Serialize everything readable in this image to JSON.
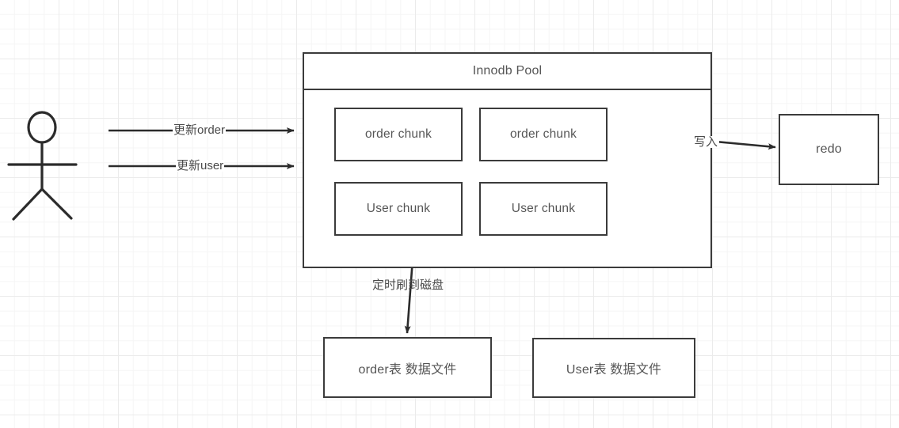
{
  "diagram": {
    "title_text": "Innodb Pool",
    "background": "grid-paper",
    "stroke_color": "#3b3b3b",
    "text_color": "#555555",
    "actor": {
      "name": "user-actor",
      "label": ""
    },
    "pool": {
      "header_label": "Innodb Pool",
      "chunks": [
        {
          "label": "order chunk",
          "row": 1,
          "col": 1
        },
        {
          "label": "order chunk",
          "row": 1,
          "col": 2
        },
        {
          "label": "User chunk",
          "row": 2,
          "col": 1
        },
        {
          "label": "User chunk",
          "row": 2,
          "col": 2
        }
      ]
    },
    "redo": {
      "label": "redo"
    },
    "files": [
      {
        "label": "order表 数据文件"
      },
      {
        "label": "User表 数据文件"
      }
    ],
    "edges": [
      {
        "id": "update-order",
        "label": "更新order",
        "from": "user-actor",
        "to": "innodb-pool"
      },
      {
        "id": "update-user",
        "label": "更新user",
        "from": "user-actor",
        "to": "innodb-pool"
      },
      {
        "id": "write-redo",
        "label": "写入",
        "from": "innodb-pool",
        "to": "redo"
      },
      {
        "id": "flush-disk",
        "label": "定时刷到磁盘",
        "from": "user-chunk",
        "to": "order-data-file"
      }
    ]
  }
}
